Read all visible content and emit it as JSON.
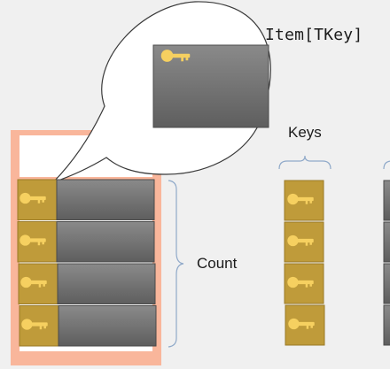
{
  "labels": {
    "item_indexer": "Item[TKey]",
    "keys": "Keys",
    "count": "Count"
  },
  "collection": {
    "item_count": 4,
    "key_count": 4
  },
  "colors": {
    "background": "#f0f0f0",
    "container_fill": "#f9b69b",
    "container_stroke": "#f4a384",
    "key_cell_fill": "#bf9b3a",
    "key_cell_stroke": "#9a7a26",
    "key_glyph": "#f6d060",
    "value_gradient_top": "#8a8a8a",
    "value_gradient_bottom": "#5e5e5e",
    "brace_stroke": "#8fa9c9",
    "callout_stroke": "#3a3a3a"
  },
  "icons": {
    "key": "key-icon",
    "brace": "curly-brace-icon"
  }
}
